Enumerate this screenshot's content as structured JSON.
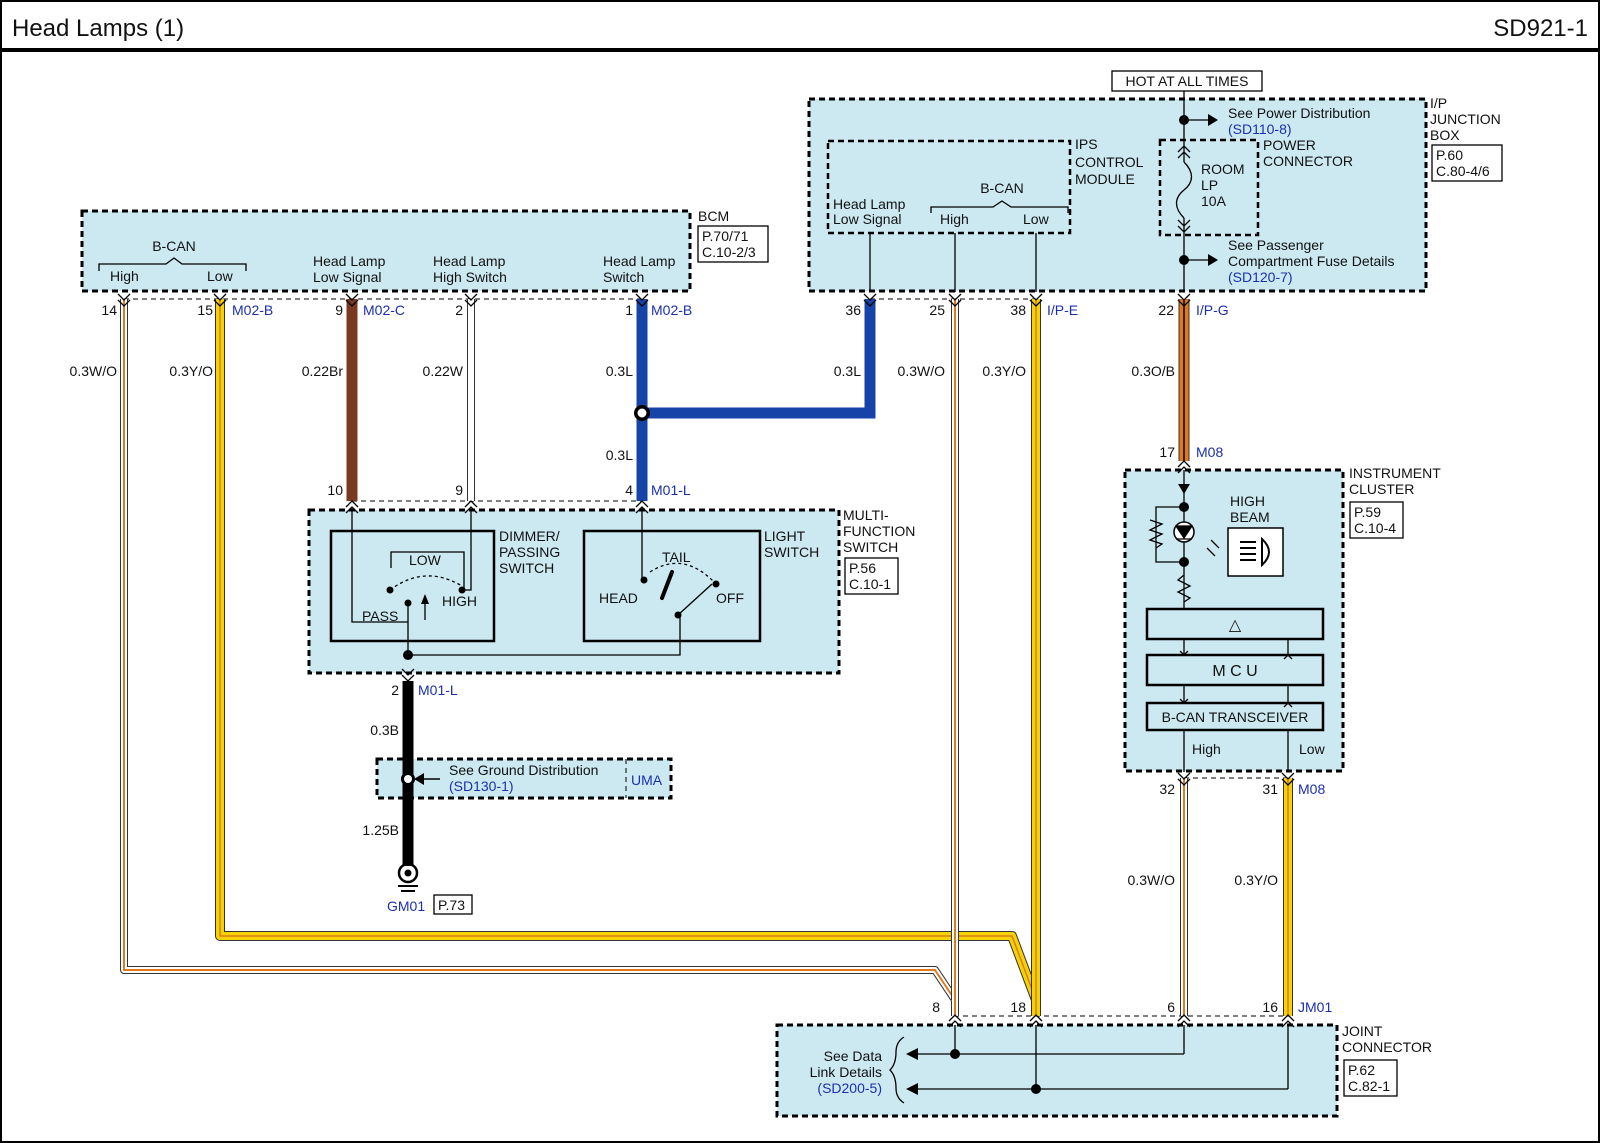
{
  "header": {
    "title": "Head Lamps (1)",
    "code": "SD921-1"
  },
  "hot_label": "HOT AT ALL TIMES",
  "modules": {
    "bcm": {
      "name": "BCM",
      "ref": [
        "P.70/71",
        "C.10-2/3"
      ],
      "bcan": "B-CAN",
      "high": "High",
      "low": "Low",
      "hl_low_signal": [
        "Head Lamp",
        "Low Signal"
      ],
      "hl_high_switch": [
        "Head Lamp",
        "High Switch"
      ],
      "hl_switch": [
        "Head Lamp",
        "Switch"
      ]
    },
    "ips": {
      "name": [
        "IPS",
        "CONTROL",
        "MODULE"
      ],
      "hl_low_signal": [
        "Head Lamp",
        "Low Signal"
      ],
      "bcan": "B-CAN",
      "high": "High",
      "low": "Low"
    },
    "ipjb": {
      "name": [
        "I/P",
        "JUNCTION",
        "BOX"
      ],
      "ref": [
        "P.60",
        "C.80-4/6"
      ],
      "power_connector": [
        "POWER",
        "CONNECTOR"
      ],
      "fuse": [
        "ROOM",
        "LP",
        "10A"
      ],
      "see_power": "See Power Distribution",
      "see_power_ref": "(SD110-8)",
      "see_fuse": [
        "See Passenger",
        "Compartment Fuse Details"
      ],
      "see_fuse_ref": "(SD120-7)"
    },
    "mfs": {
      "name": [
        "MULTI-",
        "FUNCTION",
        "SWITCH"
      ],
      "ref": [
        "P.56",
        "C.10-1"
      ],
      "dimmer": [
        "DIMMER/",
        "PASSING",
        "SWITCH"
      ],
      "low": "LOW",
      "high": "HIGH",
      "pass": "PASS",
      "light": [
        "LIGHT",
        "SWITCH"
      ],
      "tail": "TAIL",
      "head": "HEAD",
      "off": "OFF"
    },
    "cluster": {
      "name": [
        "INSTRUMENT",
        "CLUSTER"
      ],
      "ref": [
        "P.59",
        "C.10-4"
      ],
      "high_beam": [
        "HIGH",
        "BEAM"
      ],
      "warn": "△",
      "mcu": "M C U",
      "transceiver": "B-CAN TRANSCEIVER",
      "high": "High",
      "low": "Low"
    },
    "ground_dist": {
      "see": "See Ground Distribution",
      "ref": "(SD130-1)",
      "code": "UMA"
    },
    "joint": {
      "name": [
        "JOINT",
        "CONNECTOR"
      ],
      "ref": [
        "P.62",
        "C.82-1"
      ],
      "see": [
        "See Data",
        "Link Details"
      ],
      "see_ref": "(SD200-5)"
    },
    "ground": {
      "code": "GM01",
      "ref": "P.73"
    }
  },
  "pins": {
    "bcm": [
      "14",
      "15",
      "9",
      "2",
      "1"
    ],
    "ips": [
      "36",
      "25",
      "38"
    ],
    "ipg": "22",
    "mfs_top": [
      "10",
      "9",
      "4"
    ],
    "mfs_bottom": "2",
    "cluster_top": "17",
    "cluster_bottom": [
      "32",
      "31"
    ],
    "joint": [
      "8",
      "18",
      "6",
      "16"
    ]
  },
  "connectors": {
    "m02b": "M02-B",
    "m02c": "M02-C",
    "m02b_2": "M02-B",
    "ipe": "I/P-E",
    "ipg": "I/P-G",
    "m01l": "M01-L",
    "m01l_2": "M01-L",
    "m08": "M08",
    "m08_2": "M08",
    "jm01": "JM01"
  },
  "wires": {
    "w1": "0.3W/O",
    "w2": "0.3Y/O",
    "w3": "0.22Br",
    "w4": "0.22W",
    "w5": "0.3L",
    "w6": "0.3L",
    "w7": "0.3W/O",
    "w8": "0.3Y/O",
    "w9": "0.3O/B",
    "w10": "0.3L",
    "w11": "0.3B",
    "w12": "1.25B",
    "w13": "0.3W/O",
    "w14": "0.3Y/O"
  },
  "colors": {
    "module_fill": "#cce9f1",
    "wire_blue": "#1643a8",
    "wire_brown": "#7a3a22",
    "wire_yellow": "#f3d400",
    "wire_orange": "#e07a1a",
    "label_blue": "#1c2fb0"
  }
}
